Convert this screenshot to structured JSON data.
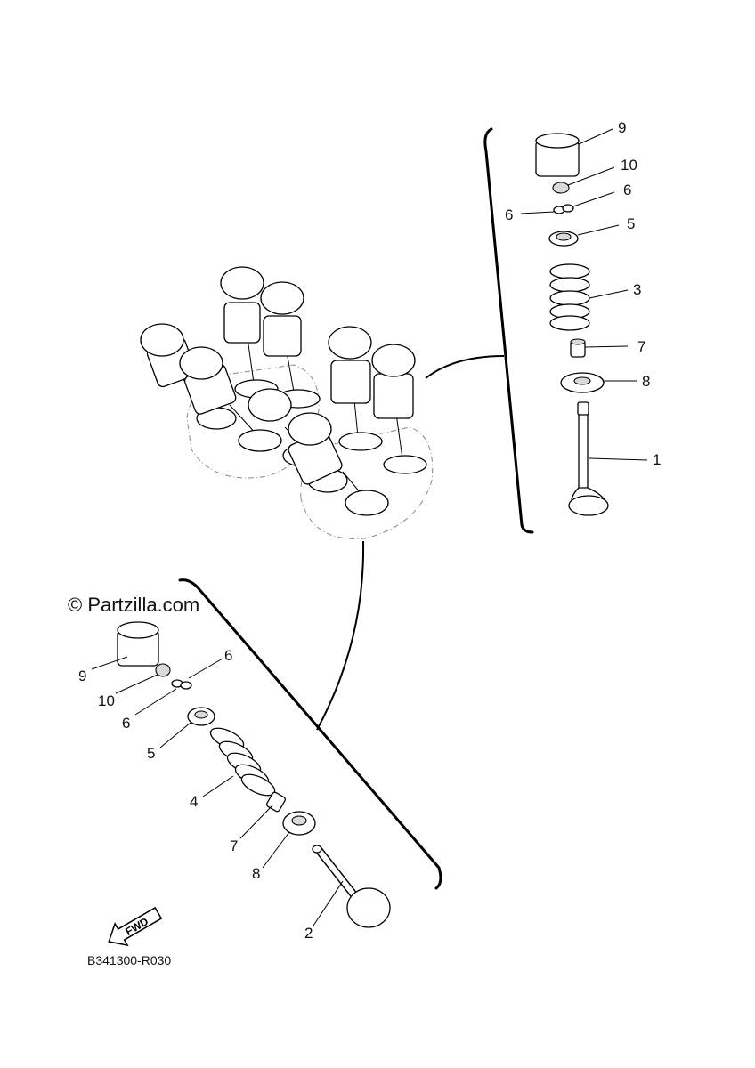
{
  "watermark": "© Partzilla.com",
  "diagram_code": "B341300-R030",
  "fwd_label": "FWD",
  "callouts_upper": {
    "c9": "9",
    "c10": "10",
    "c6a": "6",
    "c6b": "6",
    "c5": "5",
    "c3": "3",
    "c7": "7",
    "c8": "8",
    "c1": "1"
  },
  "callouts_lower": {
    "c9": "9",
    "c10": "10",
    "c6a": "6",
    "c6b": "6",
    "c5": "5",
    "c4": "4",
    "c7": "7",
    "c8": "8",
    "c2": "2"
  }
}
